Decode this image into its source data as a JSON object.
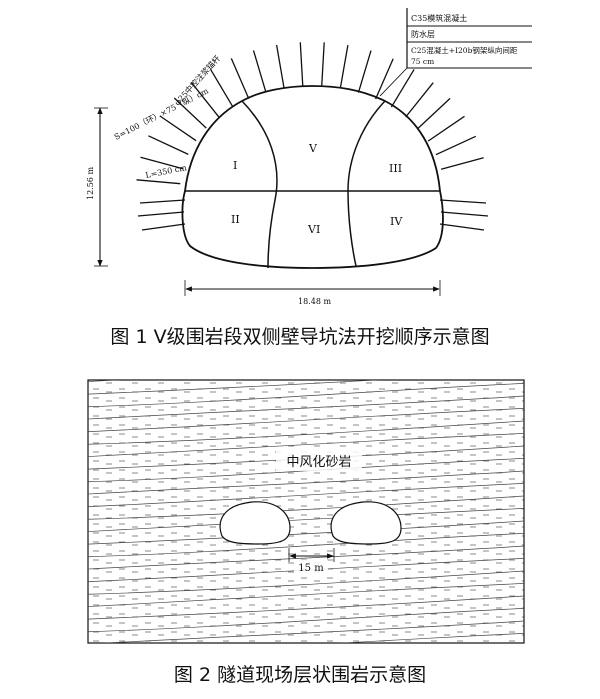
{
  "figure1": {
    "legend": {
      "line1": "C35模筑混凝土",
      "line2": "防水层",
      "line3a": "C25混凝土+I20b钢架纵向间距",
      "line3b": "75 cm"
    },
    "bolt_label": "φ25中控注浆锚杆",
    "spacing_label": "S=100（环）×75（纵）cm",
    "length_label": "L=350 cm",
    "height_label": "12.56 m",
    "width_label": "18.48 m",
    "regions": {
      "r1": "I",
      "r2": "II",
      "r3": "III",
      "r4": "IV",
      "r5": "V",
      "r6": "VI"
    },
    "caption": "图 1   V级围岩段双侧壁导坑法开挖顺序示意图"
  },
  "figure2": {
    "rock_label": "中风化砂岩",
    "spacing_label": "15 m",
    "caption": "图 2   隧道现场层状围岩示意图"
  },
  "colors": {
    "ink": "#111111",
    "paper": "#ffffff",
    "hatch": "#333333"
  }
}
